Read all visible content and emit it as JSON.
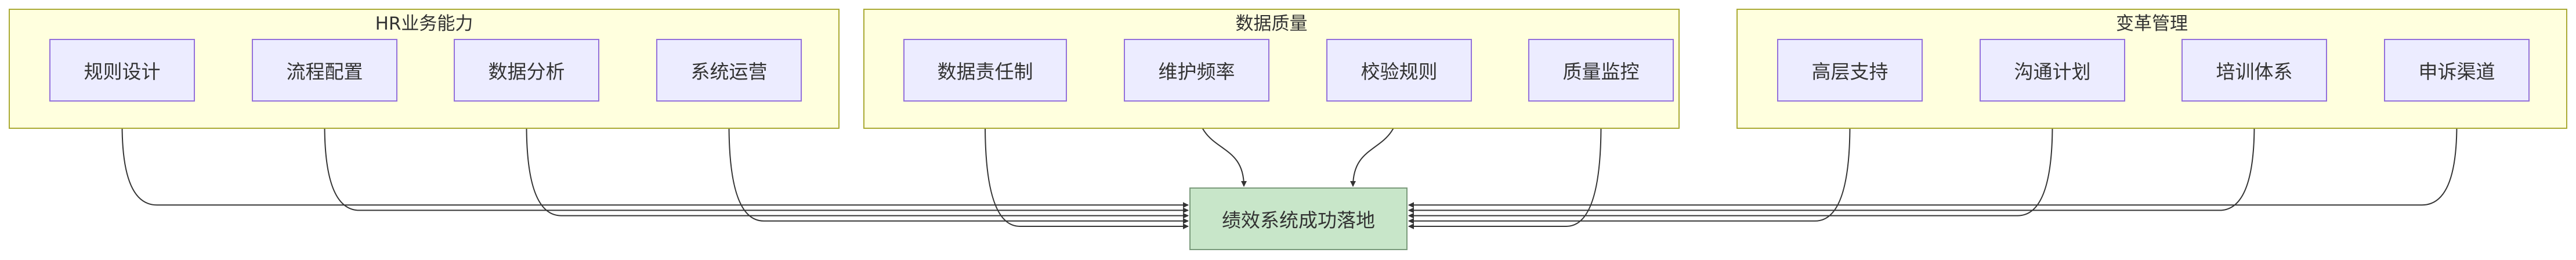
{
  "groups": [
    {
      "title": "HR业务能力",
      "nodes": [
        "规则设计",
        "流程配置",
        "数据分析",
        "系统运营"
      ]
    },
    {
      "title": "数据质量",
      "nodes": [
        "数据责任制",
        "维护频率",
        "校验规则",
        "质量监控"
      ]
    },
    {
      "title": "变革管理",
      "nodes": [
        "高层支持",
        "沟通计划",
        "培训体系",
        "申诉渠道"
      ]
    }
  ],
  "target": "绩效系统成功落地",
  "colors": {
    "group_fill": "#ffffde",
    "group_border": "#aaaa33",
    "node_fill": "#ececff",
    "node_border": "#9370db",
    "target_fill": "#c8e6c9",
    "edge": "#333333"
  }
}
